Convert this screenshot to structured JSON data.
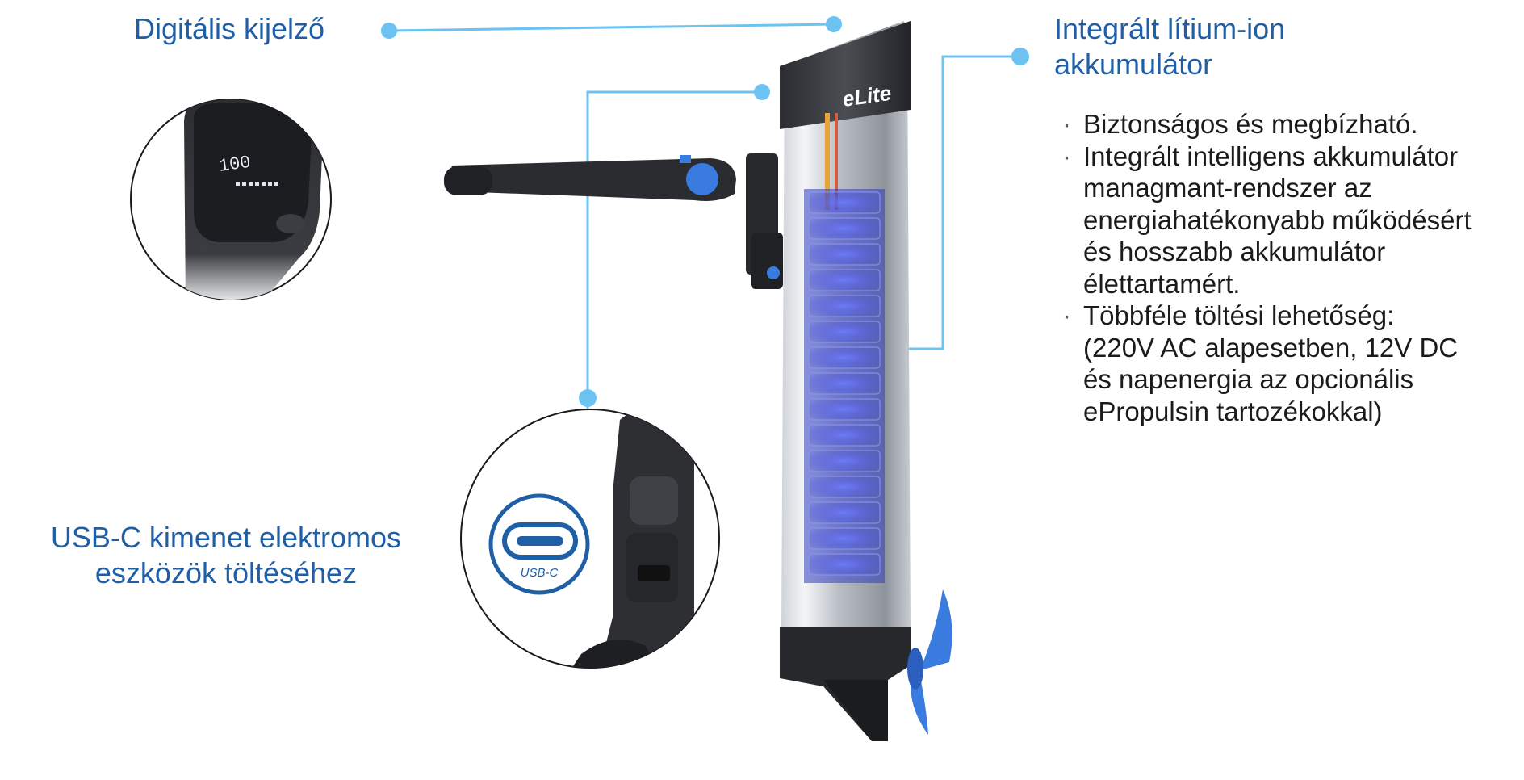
{
  "labels": {
    "display": "Digitális  kijelző",
    "usb": [
      "USB-C kimenet elektromos",
      "eszközök töltéséhez"
    ],
    "battery": [
      "Integrált lítium-ion",
      "akkumulátor"
    ]
  },
  "bullets": [
    {
      "lines": [
        "Biztonságos és megbízható."
      ]
    },
    {
      "lines": [
        "Integrált intelligens akkumulátor",
        "managmant-rendszer az",
        "energiahatékonyabb működésért",
        "és hosszabb akkumulátor",
        "élettartamért."
      ]
    },
    {
      "lines": [
        "Többféle töltési lehetőség:",
        "(220V AC alapesetben, 12V DC",
        "és napenergia az opcionális",
        "ePropulsin tartozékokkal)"
      ]
    }
  ],
  "bullet_marker": "·",
  "product": {
    "brand": "eLite",
    "display_reading": "100",
    "usb_badge": "USB-C"
  },
  "colors": {
    "label_blue": "#1f5fa6",
    "callout_line": "#6cc3f2",
    "text_dark": "#1b1b1b",
    "cell_blue": "#4a55ff",
    "propeller_blue": "#3a7be0"
  }
}
